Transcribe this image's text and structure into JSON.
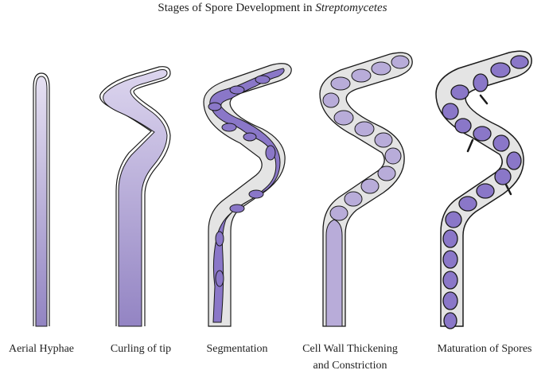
{
  "title": {
    "prefix": "Stages of Spore Development in ",
    "genus": "Streptomycetes"
  },
  "colors": {
    "hypha_fill_light": "#d8d0ea",
    "hypha_fill_dark": "#8f7fc0",
    "cytoplasm": "#8a77c8",
    "spore_light": "#b8acd9",
    "spore_mature": "#8a77c8",
    "sheath": "#e4e4e4",
    "outline": "#1a1a1a"
  },
  "stages": [
    {
      "label": "Aerial Hyphae"
    },
    {
      "label": "Curling of tip"
    },
    {
      "label": "Segmentation"
    },
    {
      "label": "Cell Wall Thickening",
      "label_line2": "and Constriction"
    },
    {
      "label": "Maturation of Spores"
    }
  ]
}
